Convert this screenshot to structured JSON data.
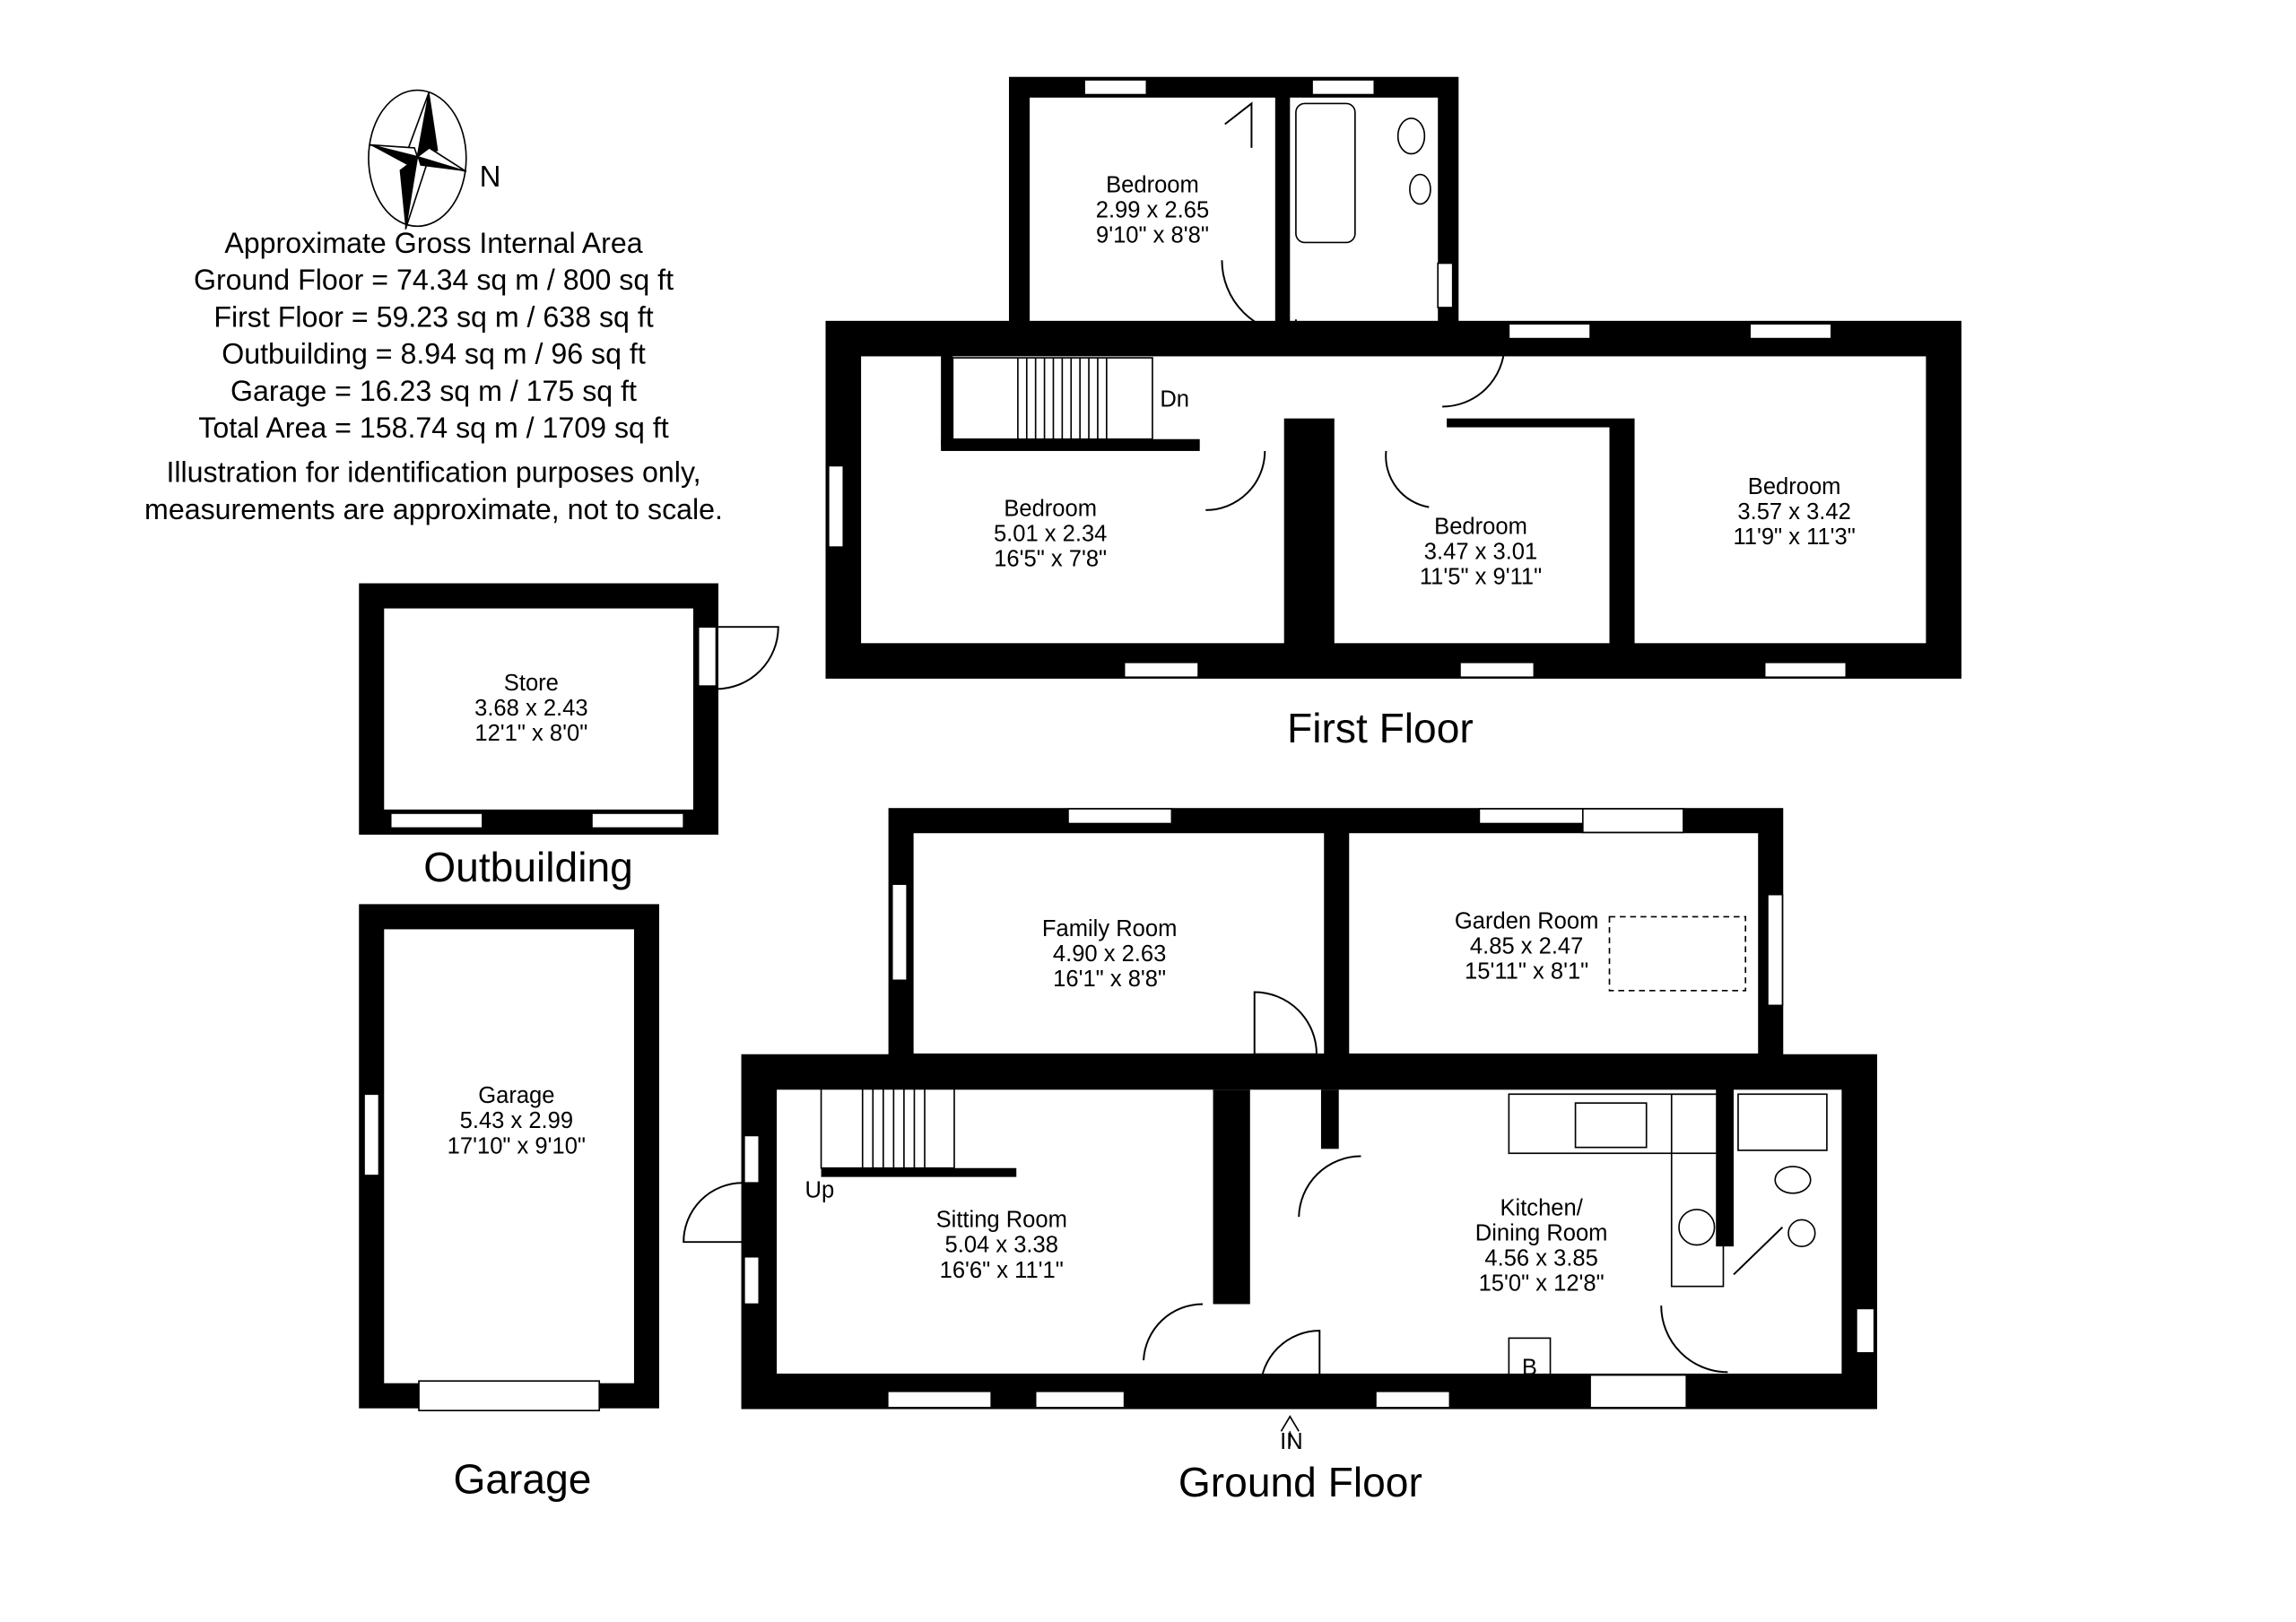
{
  "compass": {
    "label": "N"
  },
  "areas": {
    "heading": "Approximate Gross Internal Area",
    "ground_floor": "Ground Floor = 74.34 sq m / 800 sq ft",
    "first_floor": "First Floor = 59.23 sq m / 638 sq ft",
    "outbuilding": "Outbuilding = 8.94 sq m / 96 sq ft",
    "garage": "Garage = 16.23 sq m / 175 sq ft",
    "total": "Total Area = 158.74 sq m / 1709 sq ft",
    "disclaimer_1": "Illustration for identification purposes only,",
    "disclaimer_2": "measurements are approximate, not to scale."
  },
  "first_floor": {
    "title": "First Floor",
    "stairs_label": "Dn",
    "rooms": [
      {
        "name": "Bedroom",
        "metric": "2.99 x 2.65",
        "imperial": "9'10\" x 8'8\""
      },
      {
        "name": "Bedroom",
        "metric": "5.01 x 2.34",
        "imperial": "16'5\" x 7'8\""
      },
      {
        "name": "Bedroom",
        "metric": "3.47 x 3.01",
        "imperial": "11'5\" x 9'11\""
      },
      {
        "name": "Bedroom",
        "metric": "3.57 x 3.42",
        "imperial": "11'9\" x 11'3\""
      }
    ]
  },
  "ground_floor": {
    "title": "Ground Floor",
    "stairs_label": "Up",
    "entrance_label": "IN",
    "boiler_label": "B",
    "rooms": [
      {
        "name": "Family Room",
        "metric": "4.90 x 2.63",
        "imperial": "16'1\" x 8'8\""
      },
      {
        "name": "Garden Room",
        "metric": "4.85 x 2.47",
        "imperial": "15'11\" x 8'1\""
      },
      {
        "name": "Sitting Room",
        "metric": "5.04 x 3.38",
        "imperial": "16'6\" x 11'1\""
      },
      {
        "name": "Kitchen/",
        "name2": "Dining Room",
        "metric": "4.56 x 3.85",
        "imperial": "15'0\" x 12'8\""
      }
    ]
  },
  "outbuilding": {
    "title": "Outbuilding",
    "room": {
      "name": "Store",
      "metric": "3.68 x 2.43",
      "imperial": "12'1\" x 8'0\""
    }
  },
  "garage": {
    "title": "Garage",
    "room": {
      "name": "Garage",
      "metric": "5.43 x 2.99",
      "imperial": "17'10\" x 9'10\""
    }
  }
}
